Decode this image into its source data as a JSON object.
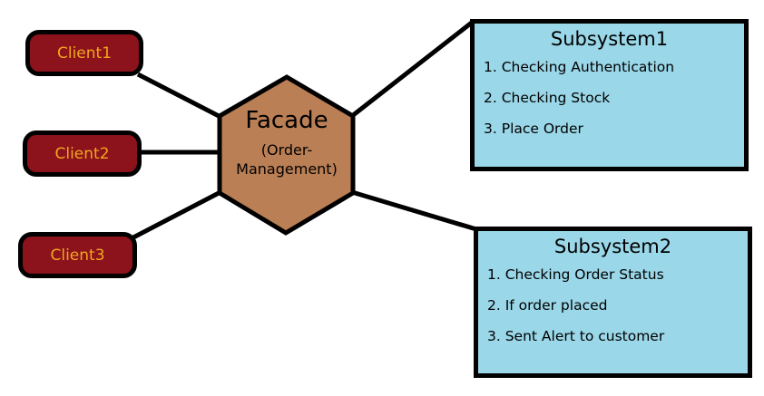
{
  "diagram": {
    "clients": [
      {
        "label": "Client1"
      },
      {
        "label": "Client2"
      },
      {
        "label": "Client3"
      }
    ],
    "facade": {
      "title": "Facade",
      "subtitle": "(Order-Management)"
    },
    "subsystems": [
      {
        "title": "Subsystem1",
        "items": [
          "1. Checking Authentication",
          "2. Checking Stock",
          "3. Place Order"
        ]
      },
      {
        "title": "Subsystem2",
        "items": [
          "1. Checking Order Status",
          "2. If order placed",
          "3. Sent Alert to customer"
        ]
      }
    ],
    "colors": {
      "client_fill": "#8C121C",
      "client_text": "#F2A71E",
      "facade_fill": "#BB7F55",
      "subsystem_fill": "#9AD7E8",
      "line": "#000000"
    }
  }
}
